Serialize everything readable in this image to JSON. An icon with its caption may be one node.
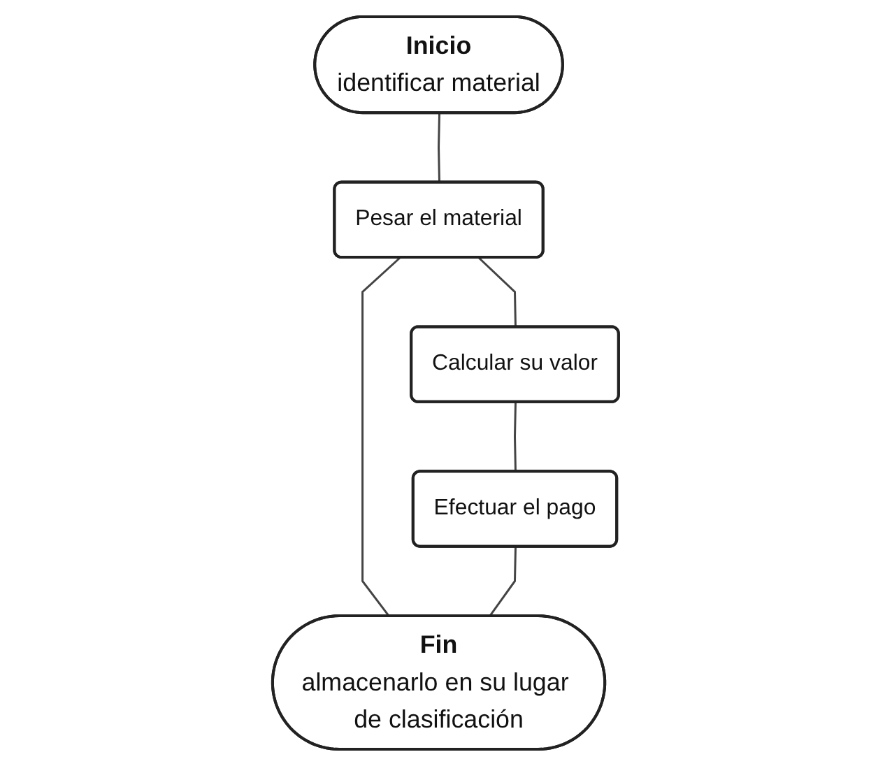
{
  "diagram": {
    "nodes": [
      {
        "text": [
          "Inicio",
          "identificar material"
        ]
      },
      {
        "text": [
          "Pesar el material"
        ]
      },
      {
        "text": [
          "Calcular su valor"
        ]
      },
      {
        "text": [
          "Efectuar el pago"
        ]
      },
      {
        "text": [
          "Fin",
          "almacenarlo en su lugar de clasificación"
        ]
      }
    ],
    "edges": [
      {
        "from": 0,
        "to": 1,
        "arrow": "none"
      },
      {
        "from": 1,
        "to": 2,
        "arrow": "none"
      },
      {
        "from": 2,
        "to": 3,
        "arrow": "none"
      },
      {
        "from": 1,
        "to": 4,
        "arrow": "none"
      },
      {
        "from": 3,
        "to": 4,
        "arrow": "none"
      }
    ]
  }
}
